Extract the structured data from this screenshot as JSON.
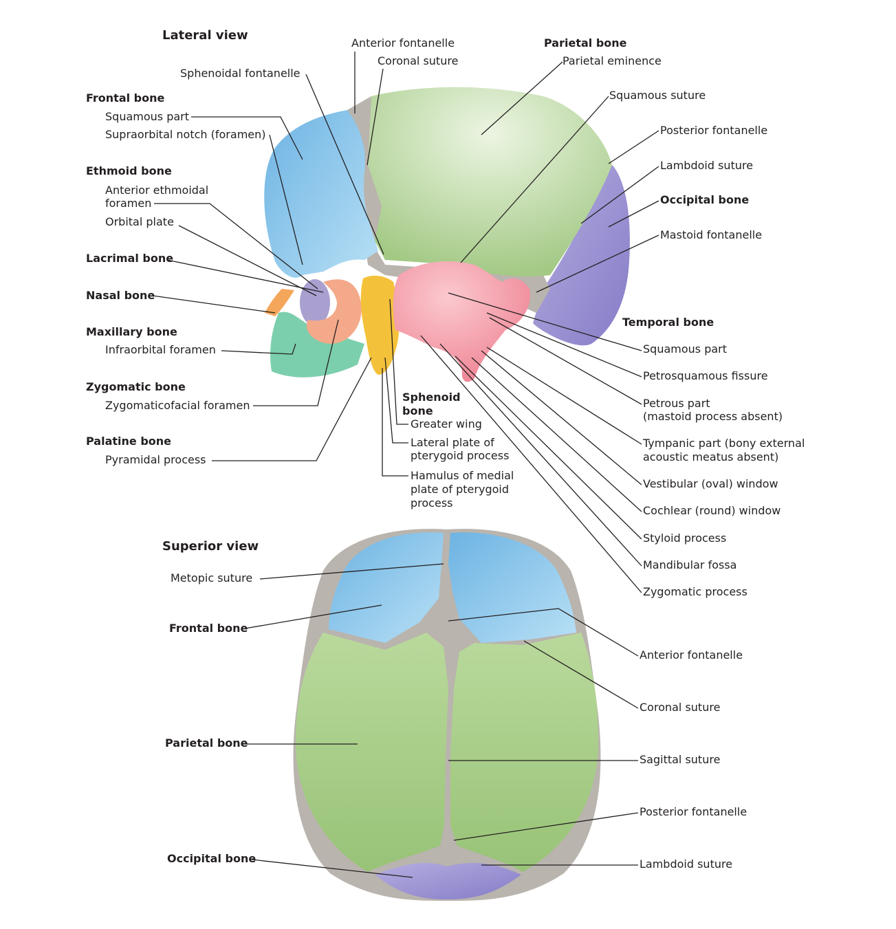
{
  "colors": {
    "frontal": "#8cc8e8",
    "parietal": "#a9cf8a",
    "occipital": "#9d95d2",
    "temporal": "#f2909e",
    "sphenoid": "#f4c23a",
    "ethmoid": "#a9a0d0",
    "nasal": "#f4a65a",
    "maxilla": "#7ccfac",
    "zygomatic": "#f4a98a",
    "fontanelle": "#b9b4ad",
    "leader": "#231f20"
  },
  "lateral": {
    "title": "Lateral view",
    "left": {
      "frontal_bone": "Frontal bone",
      "frontal_squamous": "Squamous part",
      "supraorbital": "Supraorbital notch (foramen)",
      "ethmoid_bone": "Ethmoid bone",
      "ant_ethmoidal_1": "Anterior ethmoidal",
      "ant_ethmoidal_2": "foramen",
      "orbital_plate": "Orbital plate",
      "lacrimal_bone": "Lacrimal bone",
      "nasal_bone": "Nasal bone",
      "maxillary_bone": "Maxillary bone",
      "infraorbital": "Infraorbital foramen",
      "zygomatic_bone": "Zygomatic bone",
      "zygomaticofacial": "Zygomaticofacial foramen",
      "palatine_bone": "Palatine bone",
      "pyramidal": "Pyramidal process"
    },
    "top": {
      "sphenoidal_fontanelle": "Sphenoidal fontanelle",
      "anterior_fontanelle": "Anterior fontanelle",
      "coronal_suture": "Coronal suture",
      "parietal_bone": "Parietal bone",
      "parietal_eminence": "Parietal eminence",
      "squamous_suture": "Squamous suture",
      "posterior_fontanelle": "Posterior fontanelle",
      "lambdoid_suture": "Lambdoid suture",
      "occipital_bone": "Occipital bone",
      "mastoid_fontanelle": "Mastoid fontanelle"
    },
    "sphenoid": {
      "heading_1": "Sphenoid",
      "heading_2": "bone",
      "greater_wing": "Greater wing",
      "lateral_plate_1": "Lateral plate of",
      "lateral_plate_2": "pterygoid process",
      "hamulus_1": "Hamulus of medial",
      "hamulus_2": "plate of pterygoid",
      "hamulus_3": "process"
    },
    "temporal": {
      "heading": "Temporal bone",
      "squamous": "Squamous part",
      "petrosquamous": "Petrosquamous fissure",
      "petrous_1": "Petrous part",
      "petrous_2": "(mastoid process absent)",
      "tympanic_1": "Tympanic part (bony external",
      "tympanic_2": "acoustic meatus absent)",
      "vestibular": "Vestibular (oval) window",
      "cochlear": "Cochlear (round) window",
      "styloid": "Styloid process",
      "mandibular": "Mandibular fossa",
      "zygomatic_process": "Zygomatic process"
    }
  },
  "superior": {
    "title": "Superior view",
    "metopic": "Metopic suture",
    "frontal": "Frontal bone",
    "parietal": "Parietal bone",
    "occipital": "Occipital bone",
    "anterior_fontanelle": "Anterior fontanelle",
    "coronal": "Coronal suture",
    "sagittal": "Sagittal suture",
    "posterior_fontanelle": "Posterior fontanelle",
    "lambdoid": "Lambdoid suture"
  }
}
